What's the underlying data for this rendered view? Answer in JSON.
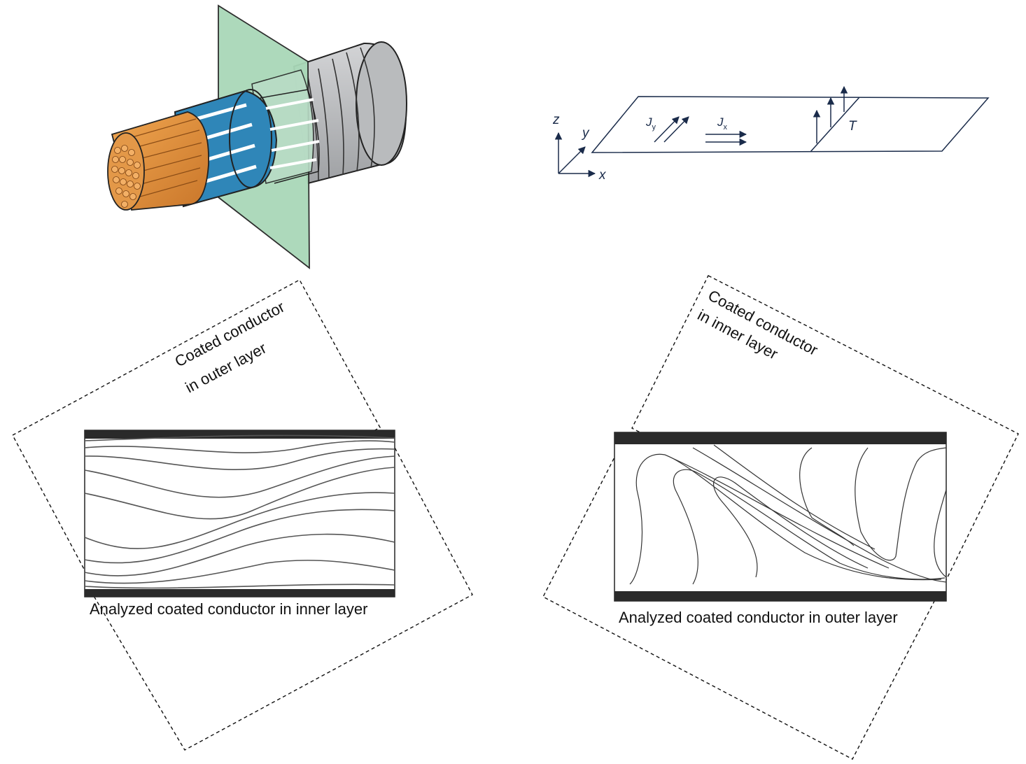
{
  "figure": {
    "coord_diagram": {
      "axis_z": "z",
      "axis_y": "y",
      "axis_x": "x",
      "jy_main": "J",
      "jy_sub": "y",
      "jx_main": "J",
      "jx_sub": "x",
      "t_label": "T"
    },
    "left_panel": {
      "box_label_line1": "Coated conductor",
      "box_label_line2": "in outer layer",
      "caption": "Analyzed coated conductor in inner layer"
    },
    "right_panel": {
      "box_label_line1": "Coated conductor",
      "box_label_line2": "in inner layer",
      "caption": "Analyzed coated conductor in outer layer"
    },
    "colors": {
      "copper_core": "#d98a3a",
      "inner_tape_layer": "#2f86b8",
      "cut_plane": "#a9d8b8",
      "outer_shield": "#b9bbbd",
      "diagram_navy": "#1a2b4a"
    }
  }
}
